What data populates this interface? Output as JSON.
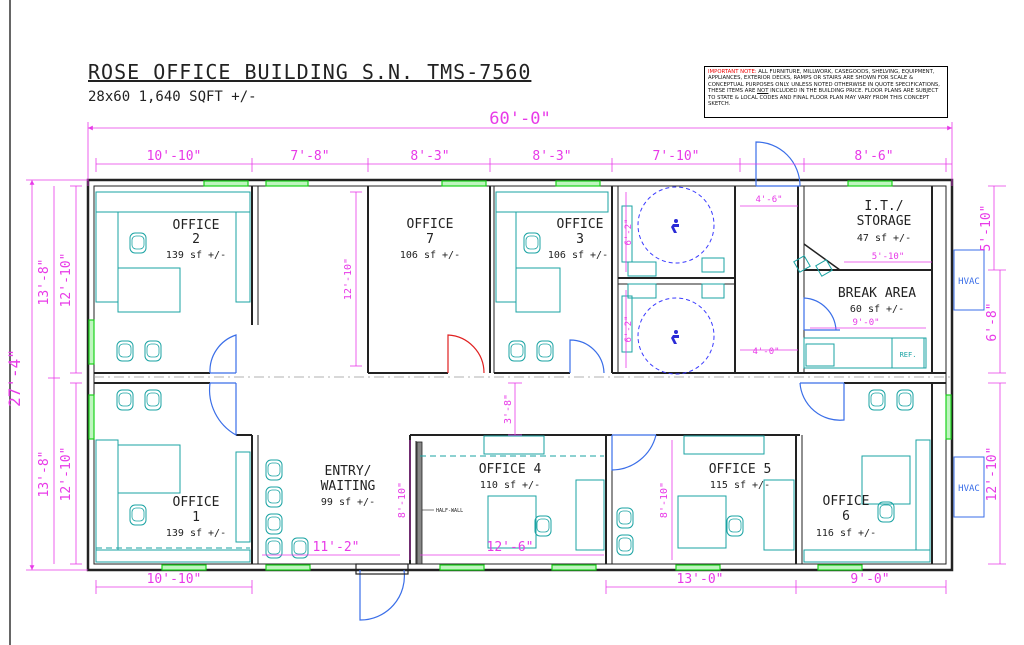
{
  "title": "ROSE OFFICE BUILDING  S.N. TMS-7560",
  "subtitle": "28x60  1,640 SQFT +/-",
  "note": {
    "label": "IMPORTANT NOTE:",
    "text_a": " ALL FURNITURE, MILLWORK, CASEGOODS, SHELVING, EQUIPMENT, APPLIANCES, EXTERIOR DECKS, RAMPS OR STAIRS ARE SHOWN FOR SCALE & CONCEPTUAL PURPOSES ONLY.  UNLESS NOTED OTHERWISE IN QUOTE SPECIFICATIONS, THESE ITEMS ARE ",
    "not_word": "NOT",
    "text_b": " INCLUDED IN THE BUILDING PRICE.  FLOOR PLANS ARE SUBJECT TO STATE & LOCAL CODES AND FINAL FLOOR PLAN MAY VARY FROM THIS CONCEPT SKETCH."
  },
  "colors": {
    "dimension": "#e83ae8",
    "wall": "#222222",
    "window": "#1ad11a",
    "door": "#3a6ee8",
    "furniture": "#1aa3a3",
    "accessible": "#3a3aff"
  },
  "dimensions": {
    "overall": "60'-0\"",
    "top": [
      "10'-10\"",
      "7'-8\"",
      "8'-3\"",
      "8'-3\"",
      "7'-10\"",
      "8'-6\""
    ],
    "bottom": [
      "10'-10\"",
      "13'-0\"",
      "9'-0\""
    ],
    "left_total": "27'-4\"",
    "left_outer": [
      "13'-8\"",
      "13'-8\""
    ],
    "left_inner": [
      "12'-10\"",
      "12'-10\""
    ],
    "right": [
      "5'-10\"",
      "6'-8\"",
      "12'-10\""
    ],
    "interior": {
      "office7_height": "12'-10\"",
      "corridor": "3'-8\"",
      "entry_width": "11'-2\"",
      "office4_width": "12'-6\"",
      "office4_height": "8'-10\"",
      "office5_height": "8'-10\"",
      "restroom_top": "6'-2\"",
      "restroom_bottom": "6'-2\"",
      "door_top": "4'-6\"",
      "door_bottom": "4'-0\"",
      "storage_width": "5'-10\"",
      "break_width": "9'-0\""
    }
  },
  "rooms": {
    "office2": {
      "name1": "OFFICE",
      "name2": "2",
      "area": "139 sf +/-"
    },
    "office7": {
      "name1": "OFFICE",
      "name2": "7",
      "area": "106 sf +/-"
    },
    "office3": {
      "name1": "OFFICE",
      "name2": "3",
      "area": "106 sf +/-"
    },
    "storage": {
      "name1": "I.T./",
      "name2": "STORAGE",
      "area": "47 sf +/-"
    },
    "break": {
      "name": "BREAK AREA",
      "area": "60 sf +/-"
    },
    "office1": {
      "name1": "OFFICE",
      "name2": "1",
      "area": "139 sf +/-"
    },
    "entry": {
      "name1": "ENTRY/",
      "name2": "WAITING",
      "area": "99 sf +/-"
    },
    "office4": {
      "name": "OFFICE 4",
      "area": "110 sf +/-"
    },
    "office5": {
      "name": "OFFICE 5",
      "area": "115 sf +/-"
    },
    "office6": {
      "name1": "OFFICE",
      "name2": "6",
      "area": "116 sf +/-"
    }
  },
  "labels": {
    "hvac": "HVAC",
    "ref": "REF.",
    "half_wall": "HALF-WALL"
  }
}
